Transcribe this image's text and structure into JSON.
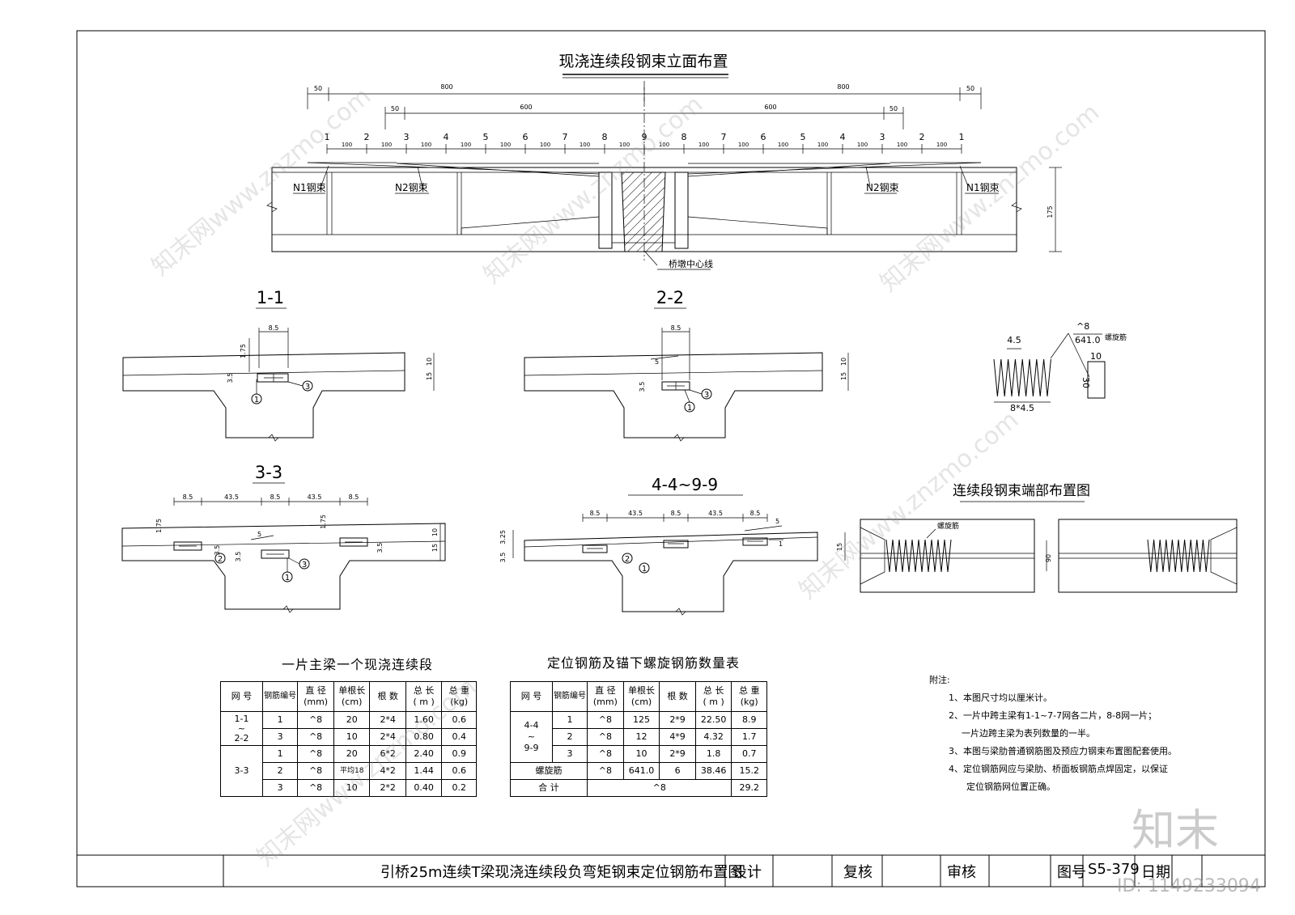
{
  "elevation": {
    "title": "现浇连续段钢束立面布置",
    "dims_top": [
      "50",
      "800",
      "800",
      "50"
    ],
    "dims_second": [
      "50",
      "600",
      "600",
      "50"
    ],
    "point_labels": [
      "1",
      "2",
      "3",
      "4",
      "5",
      "6",
      "7",
      "8",
      "9",
      "8",
      "7",
      "6",
      "5",
      "4",
      "3",
      "2",
      "1"
    ],
    "spacing": "100",
    "tendon_n1": "N1钢束",
    "tendon_n2": "N2钢束",
    "height_dim": "175",
    "pier_centerline": "桥墩中心线"
  },
  "sections": {
    "s11": {
      "title": "1-1",
      "dims": [
        "8.5",
        "1.75",
        "3.5",
        "15",
        "10"
      ],
      "markers": [
        "1",
        "3"
      ]
    },
    "s22": {
      "title": "2-2",
      "dims": [
        "8.5",
        "5",
        "3.5",
        "15",
        "10"
      ],
      "markers": [
        "1",
        "3"
      ]
    },
    "s33": {
      "title": "3-3",
      "dims": [
        "8.5",
        "43.5",
        "8.5",
        "43.5",
        "8.5",
        "1.75",
        "1.75",
        "3.5",
        "3.5",
        "3.5",
        "5",
        "15",
        "10"
      ],
      "markers": [
        "2",
        "1",
        "3"
      ]
    },
    "s49": {
      "title": "4-4~9-9",
      "dims": [
        "8.5",
        "43.5",
        "8.5",
        "43.5",
        "8.5",
        "3.25",
        "3.5",
        "5",
        "15",
        "1"
      ],
      "markers": [
        "2",
        "1"
      ]
    }
  },
  "spiral": {
    "pitch": "4.5",
    "code": "^8",
    "length": "641.0",
    "label": "螺旋筋",
    "width": "10",
    "height": "30",
    "span": "8*4.5"
  },
  "anchor": {
    "title": "连续段钢束端部布置图",
    "label": "螺旋筋",
    "gap": "90"
  },
  "table1": {
    "title": "一片主梁一个现浇连续段",
    "headers": [
      "网 号",
      "钢筋编号",
      "直 径\n(mm)",
      "单根长\n(cm)",
      "根 数",
      "总 长\n( m )",
      "总 重\n(kg)"
    ],
    "groups": [
      {
        "net": "1-1\n~\n2-2",
        "rows": [
          [
            "1",
            "^8",
            "20",
            "2*4",
            "1.60",
            "0.6"
          ],
          [
            "3",
            "^8",
            "10",
            "2*4",
            "0.80",
            "0.4"
          ]
        ]
      },
      {
        "net": "3-3",
        "rows": [
          [
            "1",
            "^8",
            "20",
            "6*2",
            "2.40",
            "0.9"
          ],
          [
            "2",
            "^8",
            "平均18",
            "4*2",
            "1.44",
            "0.6"
          ],
          [
            "3",
            "^8",
            "10",
            "2*2",
            "0.40",
            "0.2"
          ]
        ]
      }
    ]
  },
  "table2": {
    "title": "定位钢筋及锚下螺旋钢筋数量表",
    "headers": [
      "网 号",
      "钢筋编号",
      "直 径\n(mm)",
      "单根长\n(cm)",
      "根 数",
      "总 长\n( m )",
      "总 重\n(kg)"
    ],
    "net": "4-4\n~\n9-9",
    "rows": [
      [
        "1",
        "^8",
        "125",
        "2*9",
        "22.50",
        "8.9"
      ],
      [
        "2",
        "^8",
        "12",
        "4*9",
        "4.32",
        "1.7"
      ],
      [
        "3",
        "^8",
        "10",
        "2*9",
        "1.8",
        "0.7"
      ]
    ],
    "spiral_row": [
      "螺旋筋",
      "^8",
      "641.0",
      "6",
      "38.46",
      "15.2"
    ],
    "total_row": [
      "合 计",
      "^8",
      "29.2"
    ]
  },
  "notes": {
    "heading": "附注:",
    "items": [
      "1、本图尺寸均以厘米计。",
      "2、一片中跨主梁有1-1~7-7网各二片，8-8网一片；",
      "一片边跨主梁为表列数量的一半。",
      "3、本图与梁肋普通钢筋图及预应力钢束布置图配套使用。",
      "4、定位钢筋网应与梁肋、桥面板钢筋点焊固定，以保证",
      "定位钢筋网位置正确。"
    ]
  },
  "title_block": {
    "drawing_title": "引桥25m连续T梁现浇连续段负弯矩钢束定位钢筋布置图",
    "design": "设计",
    "check": "复核",
    "review": "审核",
    "drawing_no_label": "图号",
    "drawing_no": "S5-379",
    "date_label": "日期"
  },
  "watermark": {
    "logo": "知末",
    "id": "ID: 1149233094",
    "site": "知末网www.znzmo.com"
  }
}
